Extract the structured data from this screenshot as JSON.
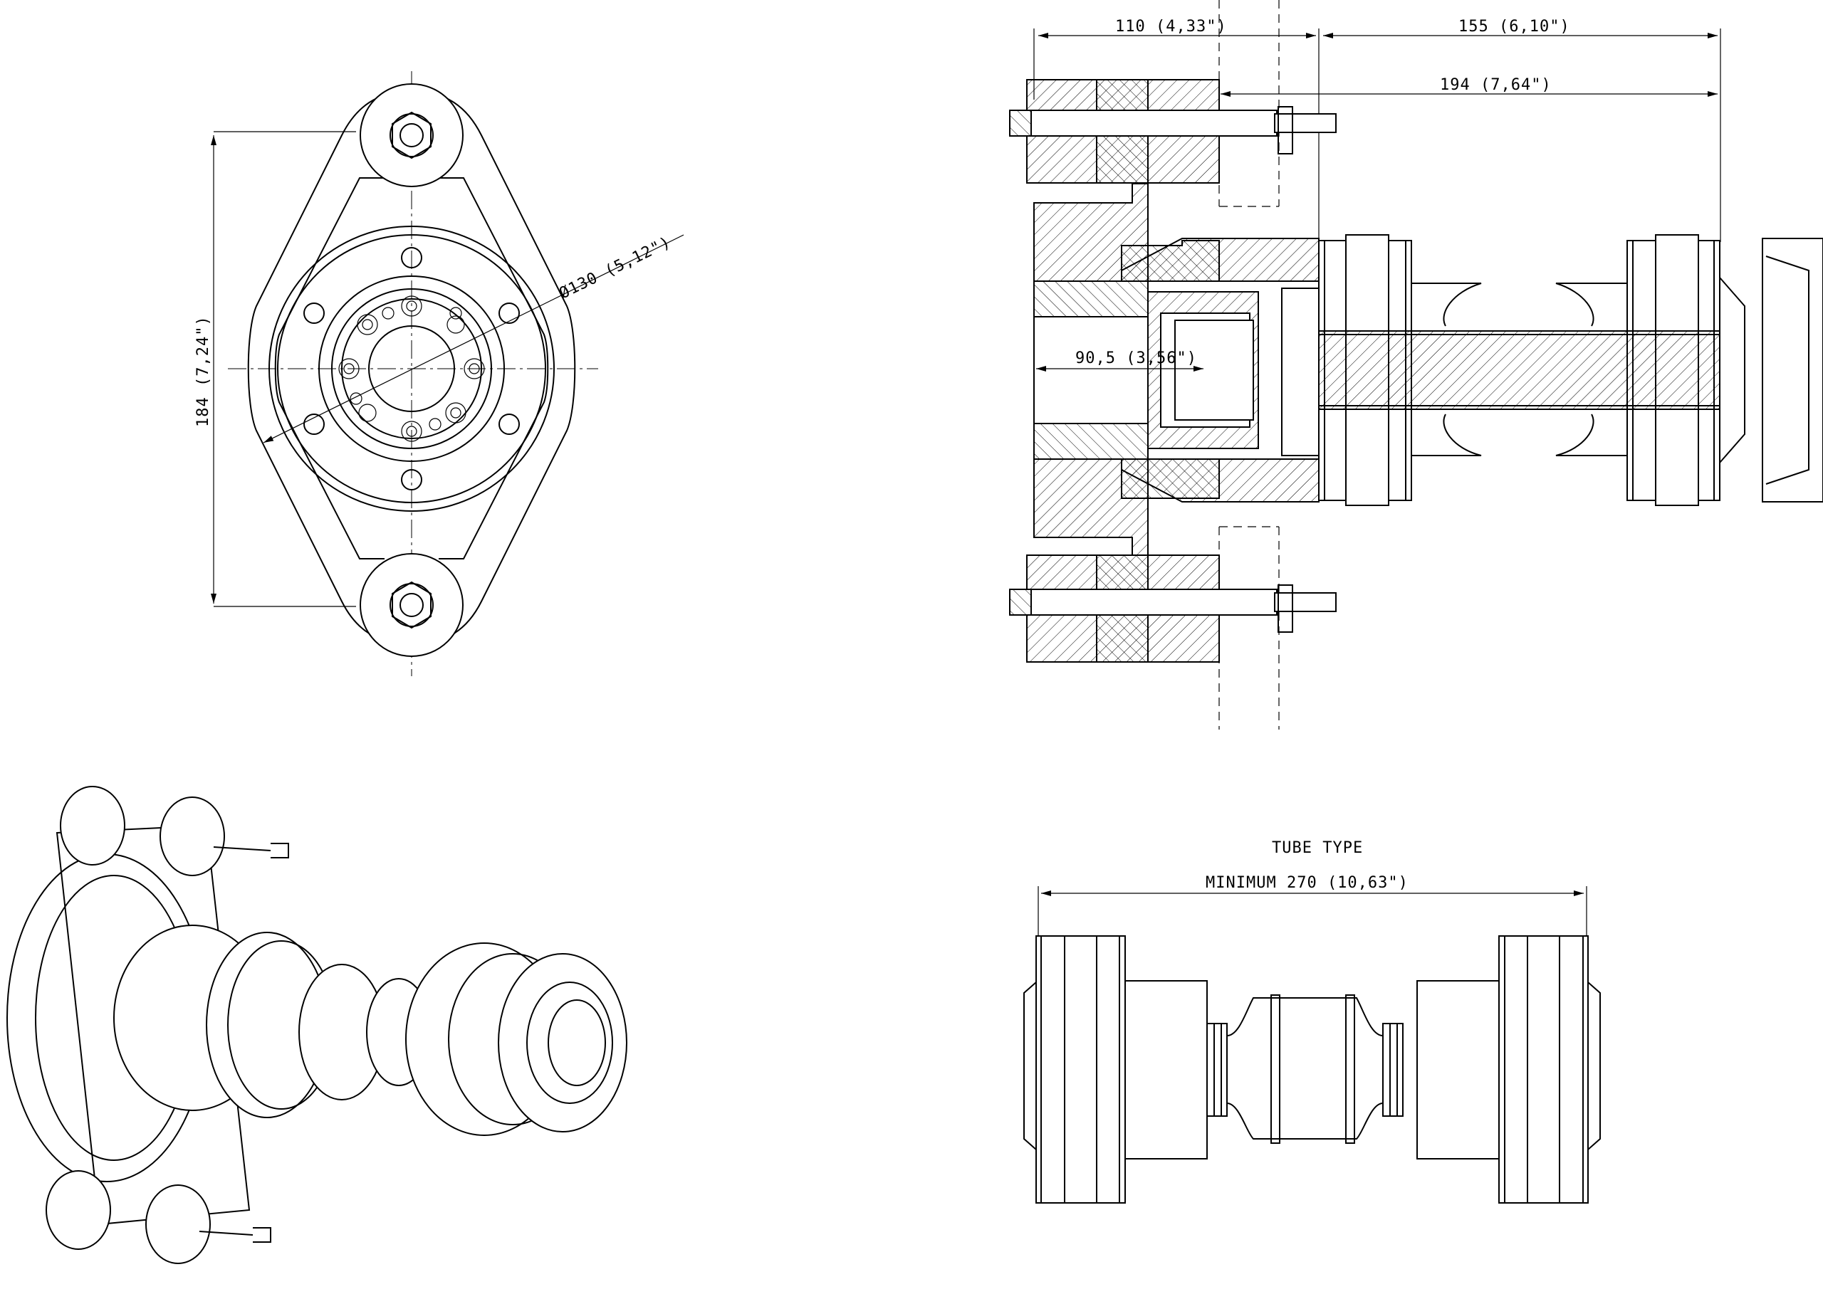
{
  "views": {
    "front_view": {
      "dim_height": "184  (7,24\")",
      "dim_diameter": "Ø130 (5,12\")"
    },
    "section_view": {
      "dim_top_left": "110 (4,33\")",
      "dim_top_right": "155  (6,10\")",
      "dim_overall": "194  (7,64\")",
      "dim_inner": "90,5 (3,56\")"
    },
    "tube_view": {
      "title": "TUBE TYPE",
      "dim_min": "MINIMUM 270  (10,63\")"
    }
  },
  "colors": {
    "ink": "#000000",
    "paper": "#ffffff"
  }
}
